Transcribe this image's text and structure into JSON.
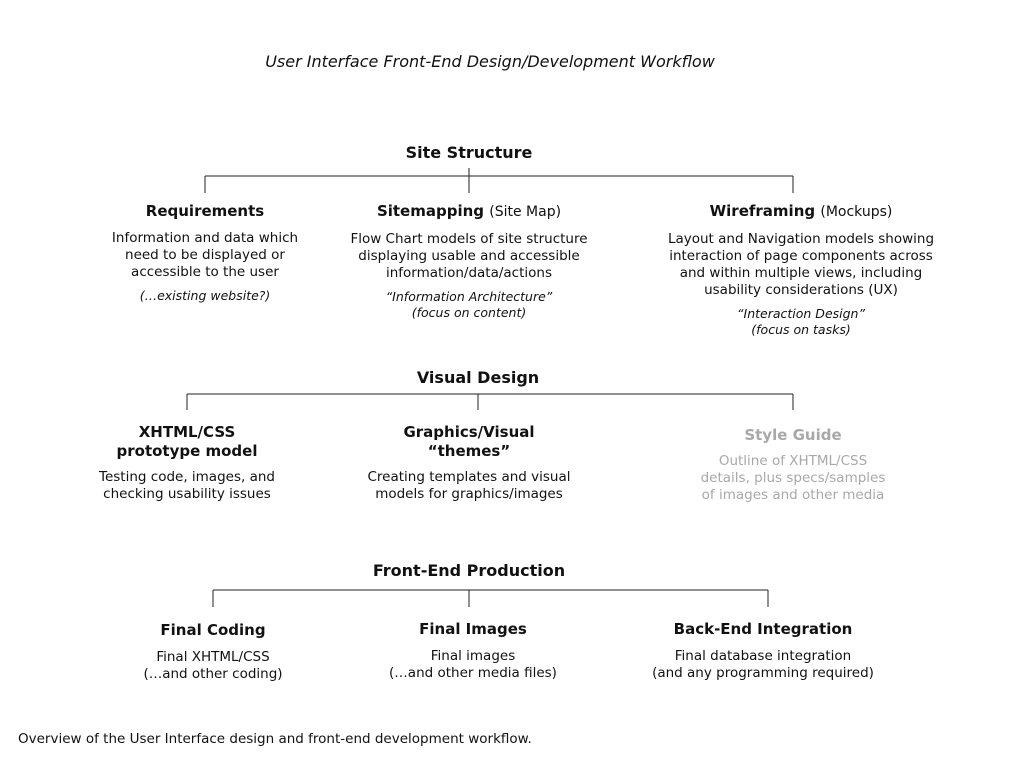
{
  "title": "User Interface Front-End Design/Development Workflow",
  "caption": "Overview of the User Interface design and front-end development workflow.",
  "sections": [
    {
      "title": "Site Structure",
      "nodes": [
        {
          "title": "Requirements",
          "title_paren": "",
          "desc": [
            "Information and data which",
            "need to be displayed or",
            "accessible to the user"
          ],
          "note": [
            "(…existing website?)"
          ]
        },
        {
          "title": "Sitemapping",
          "title_paren": "(Site Map)",
          "desc": [
            "Flow Chart models of site structure",
            "displaying usable and accessible",
            "information/data/actions"
          ],
          "note": [
            "“Information Architecture”",
            "(focus on content)"
          ]
        },
        {
          "title": "Wireframing",
          "title_paren": "(Mockups)",
          "desc": [
            "Layout and Navigation models showing",
            "interaction of page components across",
            "and within multiple views, including",
            "usability considerations (UX)"
          ],
          "note": [
            "“Interaction Design”",
            "(focus on tasks)"
          ]
        }
      ]
    },
    {
      "title": "Visual Design",
      "nodes": [
        {
          "title_lines": [
            "XHTML/CSS",
            "prototype model"
          ],
          "desc": [
            "Testing code, images, and",
            "checking usability issues"
          ]
        },
        {
          "title_lines": [
            "Graphics/Visual",
            "“themes”"
          ],
          "desc": [
            "Creating templates and visual",
            "models for graphics/images"
          ]
        },
        {
          "title_lines": [
            "Style Guide"
          ],
          "desc": [
            "Outline of XHTML/CSS",
            "details, plus specs/samples",
            "of images and other media"
          ]
        }
      ]
    },
    {
      "title": "Front-End Production",
      "nodes": [
        {
          "title_lines": [
            "Final Coding"
          ],
          "desc": [
            "Final XHTML/CSS",
            "(…and other coding)"
          ]
        },
        {
          "title_lines": [
            "Final Images"
          ],
          "desc": [
            "Final images",
            "(…and other media files)"
          ]
        },
        {
          "title_lines": [
            "Back-End Integration"
          ],
          "desc": [
            "Final database integration",
            "(and any programming required)"
          ]
        }
      ]
    }
  ],
  "colors": {
    "text": "#111111",
    "muted": "#a8a8a8",
    "line": "#222222"
  }
}
